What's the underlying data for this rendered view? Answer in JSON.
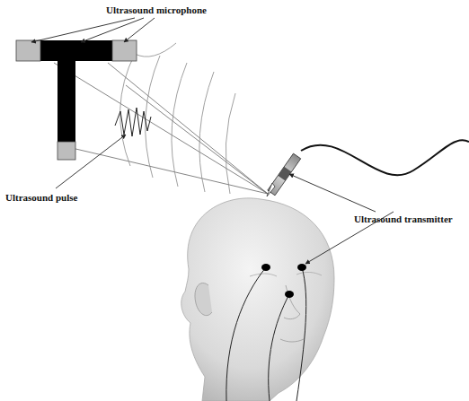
{
  "diagram": {
    "labels": [
      "Ultrasound microphone",
      "Ultrasound pulse",
      "Ultrasound transmitter"
    ]
  }
}
